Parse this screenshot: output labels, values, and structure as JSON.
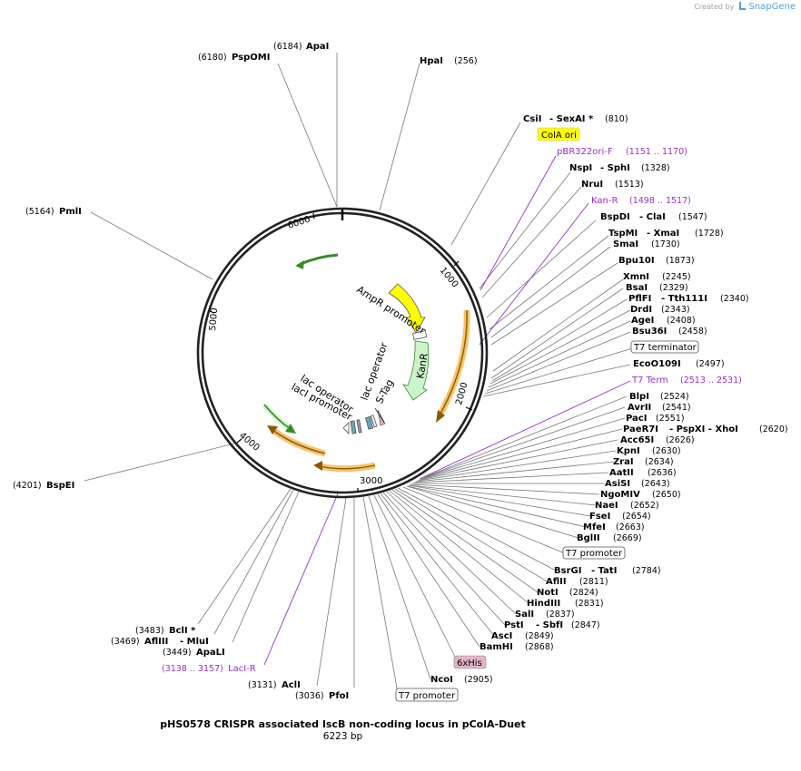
{
  "credit": {
    "created_by": "Created by",
    "brand": "SnapGene",
    "icon": "snapgene-logo-icon"
  },
  "title": "pHS0578 CRISPR associated IscB non-coding locus in pColA-Duet",
  "length_label": "6223 bp",
  "ticks": [
    "1000",
    "2000",
    "3000",
    "4000",
    "5000",
    "6000"
  ],
  "features": {
    "ampr_promoter": "AmpR promoter",
    "kanr": "KanR",
    "lac_operator_1": "lac operator",
    "s_tag": "S-Tag",
    "lac_operator_2": "lac operator",
    "laci_promoter": "lacI promoter"
  },
  "labels": [
    {
      "id": "apai",
      "pos": "(6184)",
      "name": "ApaI"
    },
    {
      "id": "pspomi",
      "pos": "(6180)",
      "name": "PspOMI"
    },
    {
      "id": "hpai",
      "pos": "(256)",
      "name": "HpaI"
    },
    {
      "id": "csii",
      "pos": "(810)",
      "name": "CsiI",
      "extra": "- SexAI *"
    },
    {
      "id": "cola",
      "name": "ColA ori",
      "kind": "yellow"
    },
    {
      "id": "pbr",
      "name": "pBR322ori-F",
      "pos": "(1151 .. 1170)",
      "kind": "primer"
    },
    {
      "id": "nspi",
      "pos": "(1328)",
      "name": "NspI",
      "extra": "- SphI"
    },
    {
      "id": "nrui",
      "pos": "(1513)",
      "name": "NruI"
    },
    {
      "id": "kanr_primer",
      "name": "Kan-R",
      "pos": "(1498 .. 1517)",
      "kind": "primer"
    },
    {
      "id": "bspdi",
      "pos": "(1547)",
      "name": "BspDI",
      "extra": "- ClaI"
    },
    {
      "id": "tspmi",
      "pos": "(1728)",
      "name": "TspMI",
      "extra": "- XmaI"
    },
    {
      "id": "smai",
      "pos": "(1730)",
      "name": "SmaI"
    },
    {
      "id": "bpu10i",
      "pos": "(1873)",
      "name": "Bpu10I"
    },
    {
      "id": "xmni",
      "pos": "(2245)",
      "name": "XmnI"
    },
    {
      "id": "bsai",
      "pos": "(2329)",
      "name": "BsaI"
    },
    {
      "id": "pflfi",
      "pos": "(2340)",
      "name": "PflFI",
      "extra": "- Tth111I"
    },
    {
      "id": "drdi",
      "pos": "(2343)",
      "name": "DrdI"
    },
    {
      "id": "agei",
      "pos": "(2408)",
      "name": "AgeI"
    },
    {
      "id": "bsu36i",
      "pos": "(2458)",
      "name": "Bsu36I"
    },
    {
      "id": "t7term_box",
      "name": "T7 terminator",
      "kind": "box"
    },
    {
      "id": "eco0109i",
      "pos": "(2497)",
      "name": "EcoO109I"
    },
    {
      "id": "t7term_primer",
      "name": "T7 Term",
      "pos": "(2513 .. 2531)",
      "kind": "primer"
    },
    {
      "id": "blpi",
      "pos": "(2524)",
      "name": "BlpI"
    },
    {
      "id": "avrii",
      "pos": "(2541)",
      "name": "AvrII"
    },
    {
      "id": "paci",
      "pos": "(2551)",
      "name": "PacI"
    },
    {
      "id": "paer7i",
      "pos": "(2620)",
      "name": "PaeR7I",
      "extra": "- PspXI  - XhoI"
    },
    {
      "id": "acc65i",
      "pos": "(2626)",
      "name": "Acc65I"
    },
    {
      "id": "kpni",
      "pos": "(2630)",
      "name": "KpnI"
    },
    {
      "id": "zrai",
      "pos": "(2634)",
      "name": "ZraI"
    },
    {
      "id": "aatii",
      "pos": "(2636)",
      "name": "AatII"
    },
    {
      "id": "asisi",
      "pos": "(2643)",
      "name": "AsiSI"
    },
    {
      "id": "ngomiv",
      "pos": "(2650)",
      "name": "NgoMIV"
    },
    {
      "id": "naei",
      "pos": "(2652)",
      "name": "NaeI"
    },
    {
      "id": "fsei",
      "pos": "(2654)",
      "name": "FseI"
    },
    {
      "id": "mfei",
      "pos": "(2663)",
      "name": "MfeI"
    },
    {
      "id": "bglii",
      "pos": "(2669)",
      "name": "BglII"
    },
    {
      "id": "t7prom_box1",
      "name": "T7 promoter",
      "kind": "box"
    },
    {
      "id": "bsrgi",
      "pos": "(2784)",
      "name": "BsrGI",
      "extra": "- TatI"
    },
    {
      "id": "afliii2",
      "pos": "(2811)",
      "name": "AflII"
    },
    {
      "id": "noti",
      "pos": "(2824)",
      "name": "NotI"
    },
    {
      "id": "hindiii",
      "pos": "(2831)",
      "name": "HindIII"
    },
    {
      "id": "sali",
      "pos": "(2837)",
      "name": "SalI"
    },
    {
      "id": "psti",
      "pos": "(2847)",
      "name": "PstI",
      "extra": "- SbfI"
    },
    {
      "id": "asci",
      "pos": "(2849)",
      "name": "AscI"
    },
    {
      "id": "bamhi",
      "pos": "(2868)",
      "name": "BamHI"
    },
    {
      "id": "his",
      "name": "6xHis",
      "kind": "pink"
    },
    {
      "id": "ncoi",
      "pos": "(2905)",
      "name": "NcoI"
    },
    {
      "id": "t7prom_box2",
      "name": "T7 promoter",
      "kind": "box"
    },
    {
      "id": "pfoi",
      "pos": "(3036)",
      "name": "PfoI"
    },
    {
      "id": "acli",
      "pos": "(3131)",
      "name": "AclI"
    },
    {
      "id": "laci_primer",
      "name": "LacI-R",
      "pos": "(3138 .. 3157)",
      "kind": "primer"
    },
    {
      "id": "apali",
      "pos": "(3449)",
      "name": "ApaLI"
    },
    {
      "id": "afliii",
      "pos": "(3469)",
      "name": "AflIII",
      "extra": "- MluI"
    },
    {
      "id": "bcli",
      "pos": "(3483)",
      "name": "BclI *"
    },
    {
      "id": "bspei",
      "pos": "(4201)",
      "name": "BspEI"
    },
    {
      "id": "pmli",
      "pos": "(5164)",
      "name": "PmlI"
    }
  ],
  "colors": {
    "yellow": "#ffff00",
    "kanr": "#ccf5cc",
    "orange": "#f5c46a",
    "green": "#3a8a2a",
    "primer": "#9b2fc9",
    "pink": "#e3b4c8"
  }
}
